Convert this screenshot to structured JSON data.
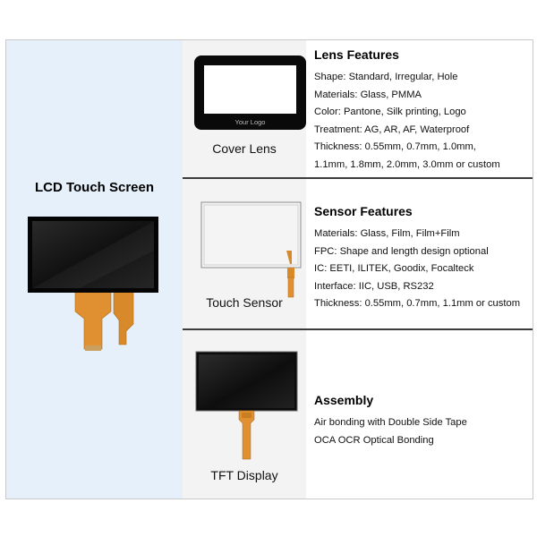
{
  "main": {
    "title": "LCD Touch Screen"
  },
  "rows": [
    {
      "caption": "Cover Lens",
      "logo_text": "Your Logo",
      "title": "Lens Features",
      "lines": [
        "Shape: Standard, Irregular, Hole",
        "Materials: Glass, PMMA",
        "Color: Pantone, Silk printing, Logo",
        "Treatment: AG, AR, AF, Waterproof",
        "Thickness: 0.55mm, 0.7mm, 1.0mm,",
        "1.1mm, 1.8mm, 2.0mm, 3.0mm or custom"
      ]
    },
    {
      "caption": "Touch Sensor",
      "title": "Sensor Features",
      "lines": [
        "Materials: Glass, Film, Film+Film",
        "FPC: Shape and length design optional",
        "IC: EETI, ILITEK, Goodix, Focalteck",
        "Interface: IIC, USB, RS232",
        "Thickness: 0.55mm, 0.7mm,  1.1mm or custom"
      ]
    },
    {
      "caption": "TFT Display",
      "title": "Assembly",
      "lines": [
        "Air bonding with Double Side Tape",
        "OCA OCR Optical Bonding"
      ]
    }
  ],
  "colors": {
    "left_panel_bg": "#e6f0fb",
    "mid_col_bg": "#f3f3f3",
    "fpc": "#d8892a",
    "screen": "#141414",
    "separator": "#3c3c3c"
  }
}
